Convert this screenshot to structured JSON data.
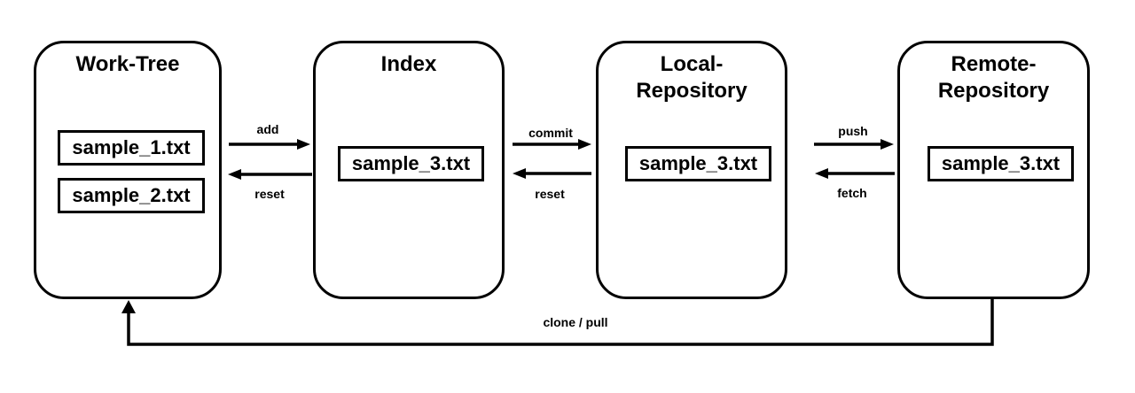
{
  "diagram": {
    "colors": {
      "line": "#000000",
      "background": "#ffffff"
    },
    "nodes": [
      {
        "id": "work-tree",
        "title": "Work-Tree",
        "files": [
          "sample_1.txt",
          "sample_2.txt"
        ]
      },
      {
        "id": "index",
        "title": "Index",
        "files": [
          "sample_3.txt"
        ]
      },
      {
        "id": "local-repository",
        "title": "Local-Repository",
        "files": [
          "sample_3.txt"
        ]
      },
      {
        "id": "remote-repository",
        "title": "Remote-Repository",
        "files": [
          "sample_3.txt"
        ]
      }
    ],
    "edges": [
      {
        "label": "add",
        "from": "work-tree",
        "to": "index"
      },
      {
        "label": "reset",
        "from": "index",
        "to": "work-tree"
      },
      {
        "label": "commit",
        "from": "index",
        "to": "local-repository"
      },
      {
        "label": "reset",
        "from": "local-repository",
        "to": "index"
      },
      {
        "label": "push",
        "from": "local-repository",
        "to": "remote-repository"
      },
      {
        "label": "fetch",
        "from": "remote-repository",
        "to": "local-repository"
      },
      {
        "label": "clone / pull",
        "from": "remote-repository",
        "to": "work-tree"
      }
    ]
  }
}
